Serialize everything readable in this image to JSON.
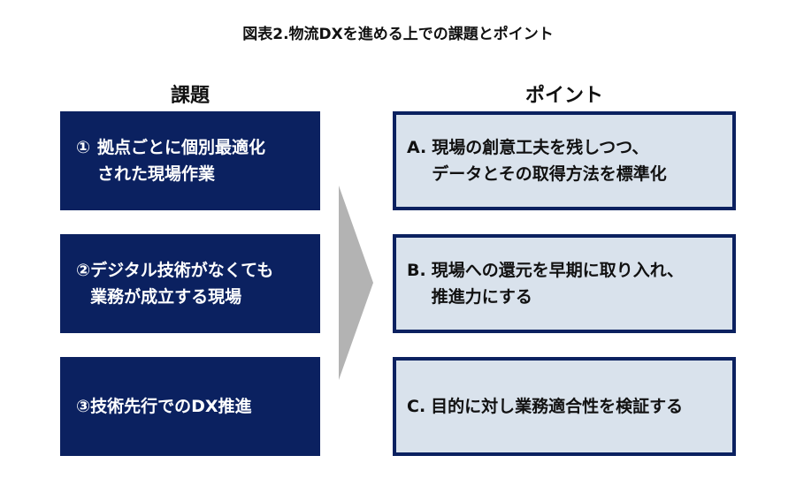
{
  "title": "図表2.物流DXを進める上での課題とポイント",
  "left_header": "課題",
  "right_header": "ポイント",
  "issues": [
    {
      "number": "①",
      "text": "拠点ごとに個別最適化\nされた現場作業"
    },
    {
      "number": "②",
      "text": "デジタル技術がなくても\n業務が成立する現場"
    },
    {
      "number": "③",
      "text": "技術先行でのDX推進"
    }
  ],
  "points": [
    {
      "label": "A.",
      "text": "現場の創意工夫を残しつつ、\nデータとその取得方法を標準化"
    },
    {
      "label": "B.",
      "text": "現場への還元を早期に取り入れ、\n推進力にする"
    },
    {
      "label": "C.",
      "text": "目的に対し業務適合性を検証する"
    }
  ],
  "colors": {
    "navy": "#0b2160",
    "light": "#d9e2ec",
    "arrow": "#b3b3b3"
  }
}
